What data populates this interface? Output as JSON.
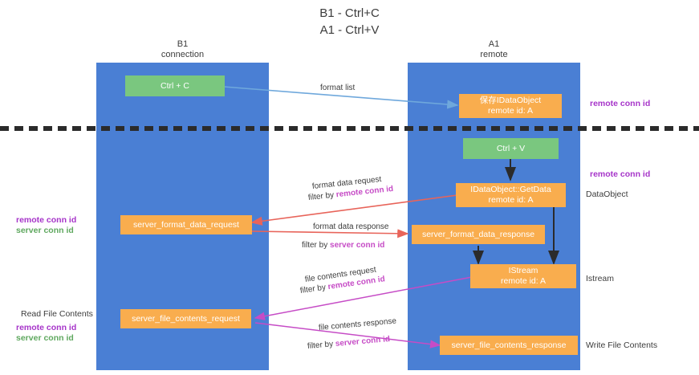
{
  "title": {
    "line1": "B1 - Ctrl+C",
    "line2": "A1 - Ctrl+V"
  },
  "colors": {
    "lane": "#4a7fd4",
    "action_box": "#7ac77f",
    "object_box": "#f9ad4e",
    "remote_conn_id": "#a634c9",
    "server_conn_id": "#5fa85f",
    "magenta_arrow": "#c64cc6",
    "red_arrow": "#e8645a",
    "blue_arrow": "#6fa8dc",
    "divider": "#333333",
    "text": "#3c3c3c"
  },
  "lanes": [
    {
      "name": "b1",
      "title": "B1",
      "subtitle": "connection"
    },
    {
      "name": "a1",
      "title": "A1",
      "subtitle": "remote"
    }
  ],
  "boxes": {
    "ctrl_c": {
      "label": "Ctrl + C"
    },
    "idataobject_top": {
      "line1": "保存IDataObject",
      "line2": "remote id: A"
    },
    "ctrl_v": {
      "label": "Ctrl + V"
    },
    "getdata": {
      "line1": "IDataObject::GetData",
      "line2": "remote id: A"
    },
    "server_format_data_request": {
      "label": "server_format_data_request"
    },
    "server_format_data_response": {
      "label": "server_format_data_response"
    },
    "istream": {
      "line1": "IStream",
      "line2": "remote id: A"
    },
    "server_file_contents_request": {
      "label": "server_file_contents_request"
    },
    "server_file_contents_response": {
      "label": "server_file_contents_response"
    }
  },
  "arrow_labels": {
    "format_list": "format list",
    "format_data_request": "format data request",
    "format_data_request_filter_prefix": "filter by ",
    "format_data_request_filter_key": "remote conn id",
    "format_data_response": "format data response",
    "format_data_response_filter_prefix": "filter by ",
    "format_data_response_filter_key": "server conn id",
    "file_contents_request": "file contents request",
    "file_contents_request_filter_prefix": "filter by ",
    "file_contents_request_filter_key": "remote conn id",
    "file_contents_response": "file contents response",
    "file_contents_response_filter_prefix": "filter by ",
    "file_contents_response_filter_key": "server conn id"
  },
  "annotations": {
    "right_remote_conn_id_top": "remote conn id",
    "right_remote_conn_id_mid": "remote conn id",
    "right_dataobject": "DataObject",
    "right_istream": "Istream",
    "right_write_file_contents": "Write File Contents",
    "left_remote_conn_id_mid": "remote conn id",
    "left_server_conn_id_mid": "server conn id",
    "left_read_file_contents": "Read File Contents",
    "left_remote_conn_id_bottom": "remote conn id",
    "left_server_conn_id_bottom": "server conn id"
  }
}
